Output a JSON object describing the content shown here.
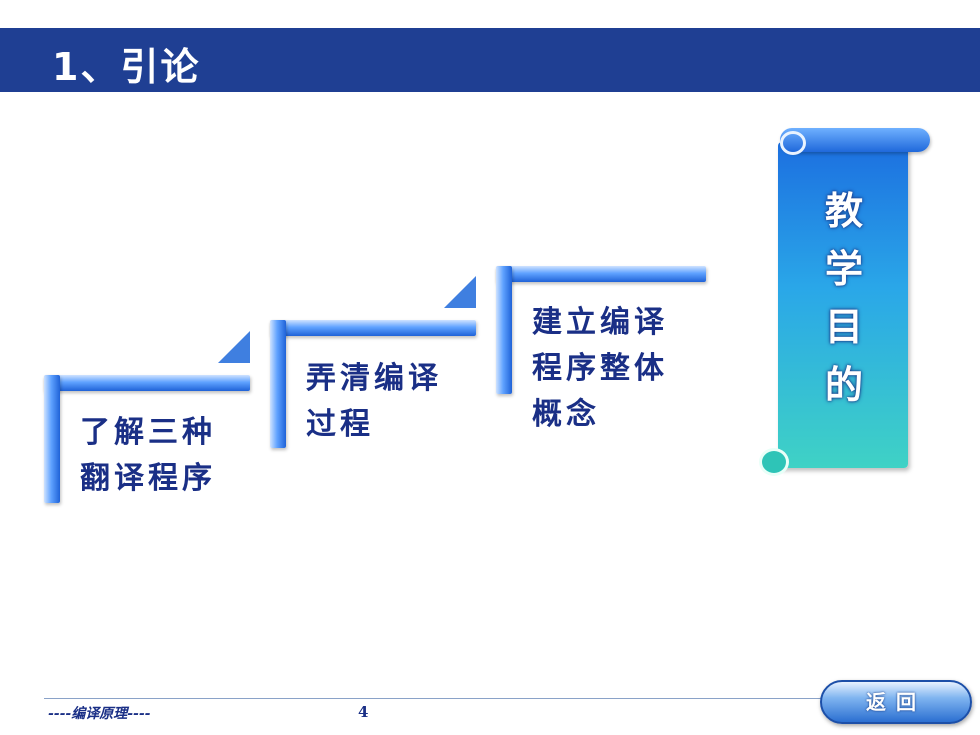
{
  "slide": {
    "title": "1、引论"
  },
  "steps": [
    {
      "line1": "了解三种",
      "line2": "翻译程序",
      "line3": ""
    },
    {
      "line1": "弄清编译",
      "line2": "过程",
      "line3": ""
    },
    {
      "line1": "建立编译",
      "line2": "程序整体",
      "line3": "概念"
    }
  ],
  "scroll": {
    "label": "教学目的"
  },
  "footer": {
    "course": "----编译原理----",
    "page_number": "4",
    "back_label": "返回"
  },
  "colors": {
    "title_bar": "#1f3f93",
    "step_text": "#1a2f86",
    "bracket_blue": "#1f62d8",
    "scroll_top": "#1c6fe0",
    "scroll_bottom": "#3fd2c5"
  }
}
